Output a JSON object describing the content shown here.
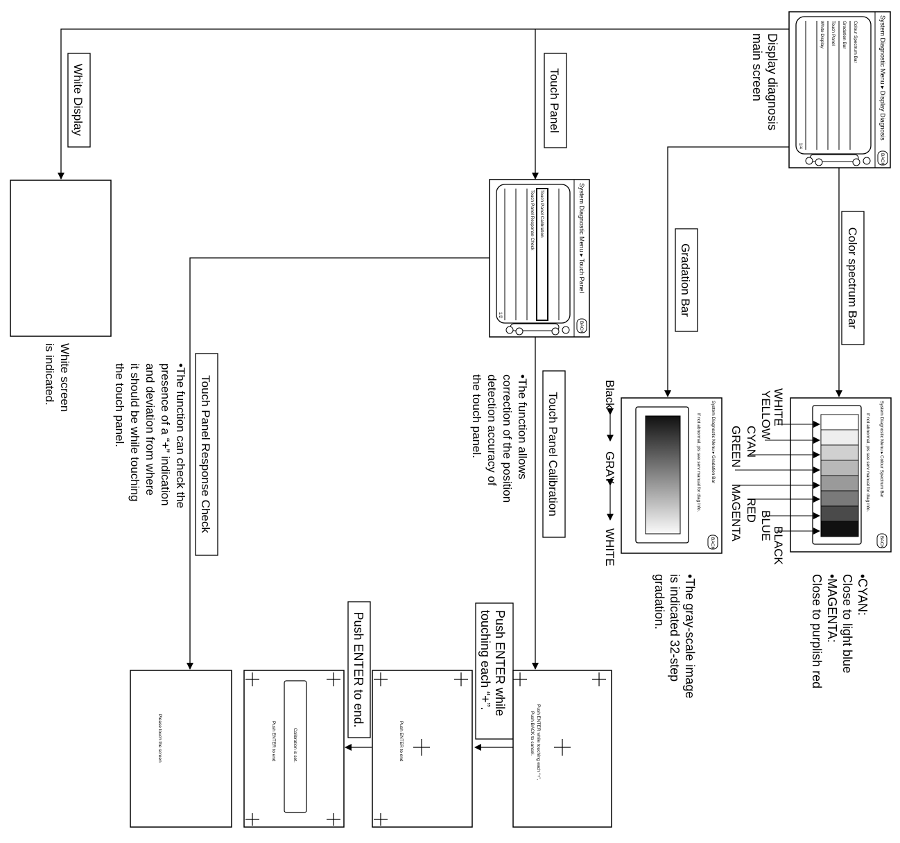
{
  "labels": {
    "white_display": "White Display",
    "touch_panel": "Touch Panel",
    "display_diag_line1": "Display diagnosis",
    "display_diag_line2": "main screen",
    "color_spectrum_bar": "Color spectrum Bar",
    "gradation_bar": "Gradation Bar",
    "touch_panel_calibration": "Touch Panel Calibration",
    "touch_panel_response_check": "Touch Panel Response Check",
    "push_enter_touching_1": "Push ENTER while",
    "push_enter_touching_2": "touching each “+”.",
    "push_enter_to_end": "Push ENTER to end."
  },
  "main_screen": {
    "title": "System Diagnostic Menu ▸ Display Diagnosis",
    "back": "BACK",
    "items": [
      "Colour Spectrum Bar",
      "Gradation Bar",
      "Touch Panel",
      "White Display"
    ],
    "page": "1/4"
  },
  "touch_screen": {
    "title": "System Diagnostic Menu ▸ Touch Panel",
    "back": "BACK",
    "items": [
      "Touch Panel Calibration",
      "Touch Panel Response Check"
    ],
    "page": "1/2"
  },
  "spectrum_screen": {
    "title": "System Diagnostic Menu ▸ Colour Spectrum Bar",
    "msg": "If not abnormal, pls see serv manual for diag info.",
    "back": "BACK"
  },
  "gradation_screen": {
    "title": "System Diagnostic Menu ▸ Gradation Bar",
    "msg": "If not abnormal, pls see serv manual for diag info.",
    "back": "BACK"
  },
  "color_labels": [
    "WHITE",
    "YELLOW",
    "CYAN",
    "GREEN",
    "MAGENTA",
    "RED",
    "BLUE",
    "BLACK"
  ],
  "spectrum_note": [
    "•CYAN:",
    "Close to light blue",
    "•MAGENTA:",
    "Close to purplish red"
  ],
  "gray_axis": {
    "black": "Black",
    "gray": "GRAY",
    "white": "WHITE"
  },
  "gradation_note": [
    "•The gray-scale image",
    "is indicated 32-step",
    "gradation."
  ],
  "white_note": [
    "White screen",
    "is indicated."
  ],
  "calibration_note": [
    "•The function allows",
    "correction of the position",
    "detection accuracy of",
    "the touch panel."
  ],
  "response_note": [
    "•The function can check the",
    "presence of a “+” indication",
    "and deviation from where",
    "it should be while touching",
    "the touch panel."
  ],
  "cal_screen_1": [
    "Push ENTER while touching each “+”,",
    "Push BACK to cancel."
  ],
  "cal_screen_2": "Push ENTER to end",
  "cal_screen_3": {
    "box": "Calibration is set.",
    "msg": "Push ENTER to end"
  },
  "response_screen": "Please touch the screen"
}
